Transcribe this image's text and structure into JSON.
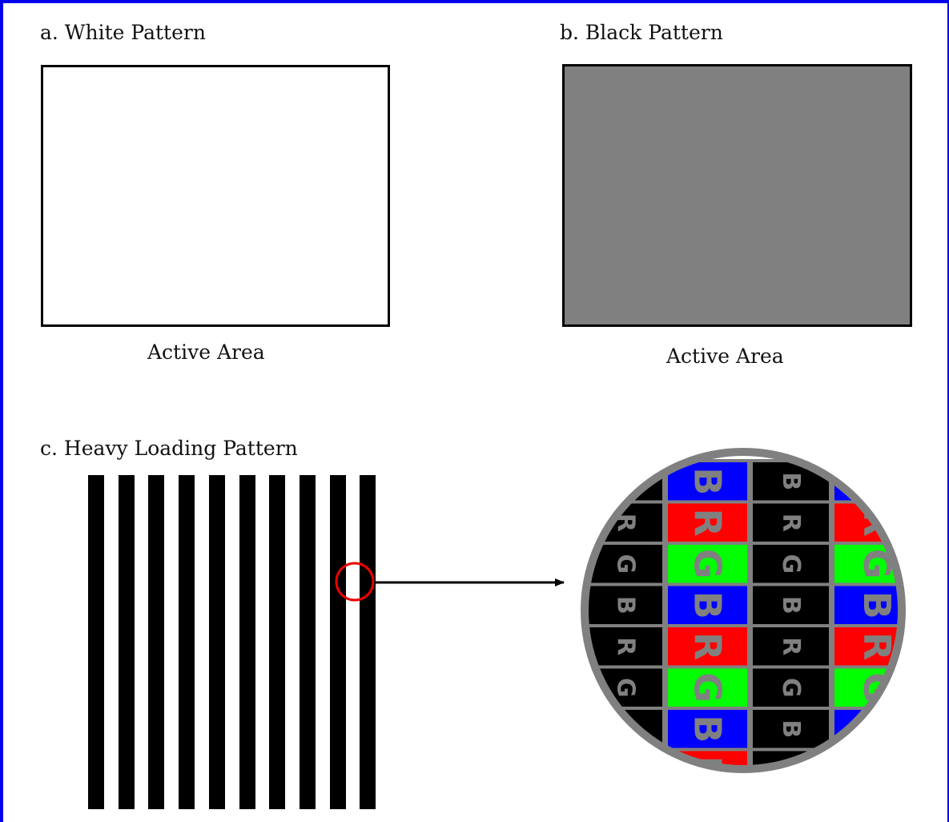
{
  "panels": {
    "a": {
      "title": "a. White Pattern",
      "caption": "Active Area",
      "fill": "#ffffff"
    },
    "b": {
      "title": "b. Black Pattern",
      "caption": "Active Area",
      "fill": "#808080"
    },
    "c": {
      "title": "c. Heavy Loading Pattern",
      "stripe_count": 10,
      "stripe_color": "#000000"
    }
  },
  "magnifier": {
    "rim_color": "#808080",
    "highlight_color": "#ee0000",
    "letters": [
      "B",
      "R",
      "G"
    ],
    "column_colors": [
      "black",
      "colored",
      "black",
      "colored"
    ],
    "subpixel_colors": {
      "R": "#ff0000",
      "G": "#00ff00",
      "B": "#0000ff"
    },
    "letter_color": "#808080"
  },
  "colors": {
    "frame": "#0000ee",
    "text": "#111111"
  }
}
